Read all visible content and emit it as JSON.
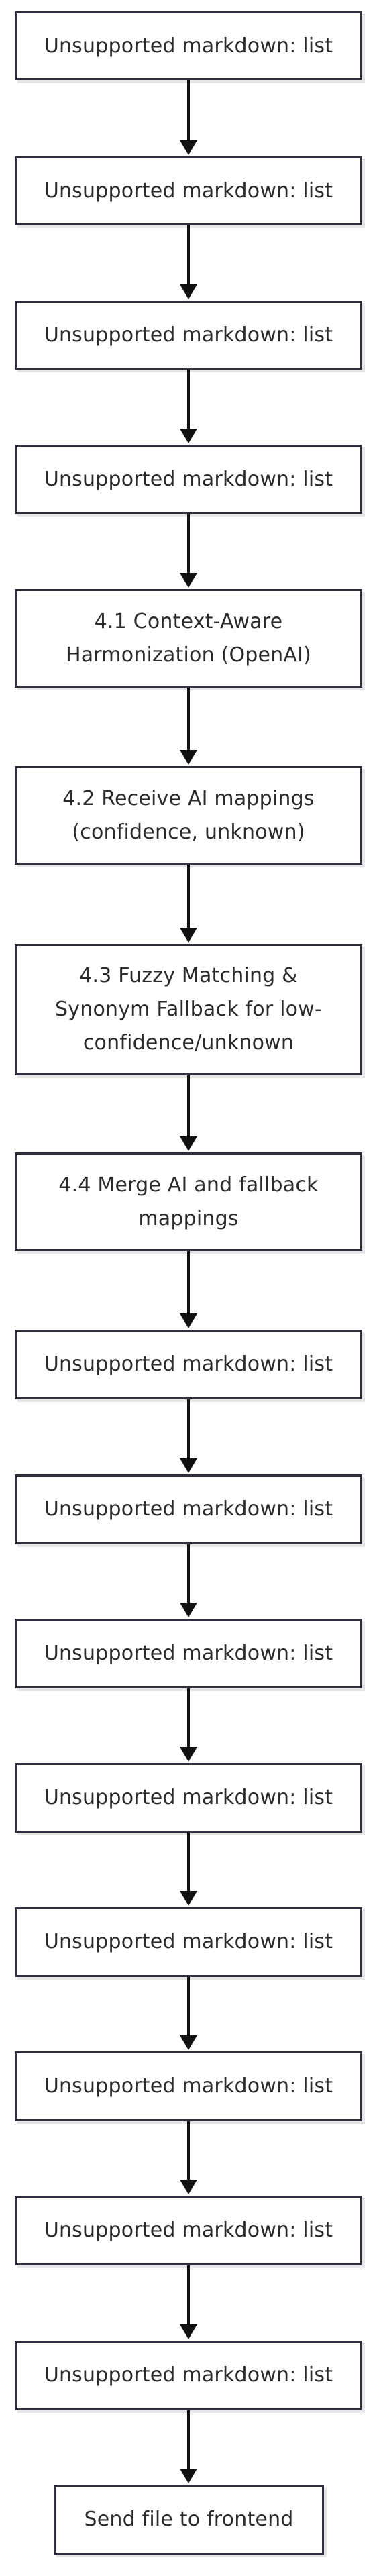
{
  "diagram": {
    "nodes": [
      {
        "id": "n1",
        "label": "Unsupported markdown: list"
      },
      {
        "id": "n2",
        "label": "Unsupported markdown: list"
      },
      {
        "id": "n3",
        "label": "Unsupported markdown: list"
      },
      {
        "id": "n4",
        "label": "Unsupported markdown: list"
      },
      {
        "id": "n5",
        "label": "4.1 Context-Aware\nHarmonization (OpenAI)"
      },
      {
        "id": "n6",
        "label": "4.2 Receive AI mappings\n(confidence, unknown)"
      },
      {
        "id": "n7",
        "label": "4.3 Fuzzy Matching &\nSynonym Fallback for low-\nconfidence/unknown"
      },
      {
        "id": "n8",
        "label": "4.4 Merge AI and fallback\nmappings"
      },
      {
        "id": "n9",
        "label": "Unsupported markdown: list"
      },
      {
        "id": "n10",
        "label": "Unsupported markdown: list"
      },
      {
        "id": "n11",
        "label": "Unsupported markdown: list"
      },
      {
        "id": "n12",
        "label": "Unsupported markdown: list"
      },
      {
        "id": "n13",
        "label": "Unsupported markdown: list"
      },
      {
        "id": "n14",
        "label": "Unsupported markdown: list"
      },
      {
        "id": "n15",
        "label": "Unsupported markdown: list"
      },
      {
        "id": "n16",
        "label": "Unsupported markdown: list"
      },
      {
        "id": "n17",
        "label": "Send file to frontend"
      }
    ],
    "edges": [
      {
        "from": "n1",
        "to": "n2"
      },
      {
        "from": "n2",
        "to": "n3"
      },
      {
        "from": "n3",
        "to": "n4"
      },
      {
        "from": "n4",
        "to": "n5"
      },
      {
        "from": "n5",
        "to": "n6"
      },
      {
        "from": "n6",
        "to": "n7"
      },
      {
        "from": "n7",
        "to": "n8"
      },
      {
        "from": "n8",
        "to": "n9"
      },
      {
        "from": "n9",
        "to": "n10"
      },
      {
        "from": "n10",
        "to": "n11"
      },
      {
        "from": "n11",
        "to": "n12"
      },
      {
        "from": "n12",
        "to": "n13"
      },
      {
        "from": "n13",
        "to": "n14"
      },
      {
        "from": "n14",
        "to": "n15"
      },
      {
        "from": "n15",
        "to": "n16"
      },
      {
        "from": "n16",
        "to": "n17"
      }
    ],
    "colors": {
      "node_border": "#2f2f3f",
      "node_fill": "#ffffff",
      "text": "#2b2b2b",
      "arrow": "#111111"
    }
  }
}
